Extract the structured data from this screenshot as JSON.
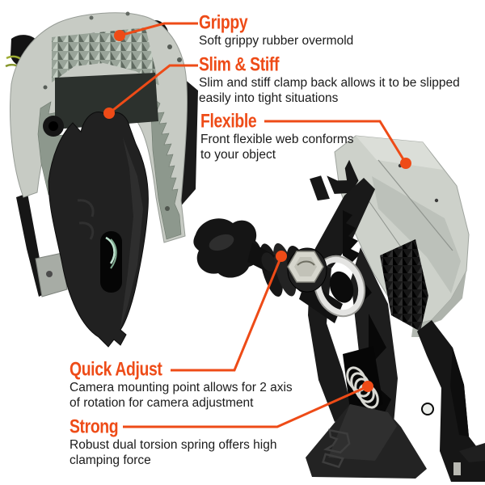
{
  "palette": {
    "accent": "#ee4b17",
    "body_text": "#1b1b1b",
    "background": "#ffffff",
    "clamp_gray": "#c7cbc4",
    "clamp_black": "#1f1f1f",
    "metal_silver": "#d6d6cd",
    "spring_wire_green": "#9fae35"
  },
  "callouts": {
    "grippy": {
      "title": "Grippy",
      "lines": [
        "Soft grippy rubber overmold"
      ]
    },
    "slim_stiff": {
      "title": "Slim & Stiff",
      "lines": [
        "Slim and stiff clamp back allows it to be slipped",
        "easily into tight situations"
      ]
    },
    "flexible": {
      "title": "Flexible",
      "lines": [
        "Front flexible web conforms",
        "to your object"
      ]
    },
    "quick_adjust": {
      "title": "Quick Adjust",
      "lines": [
        "Camera mounting point allows for 2 axis",
        "of rotation for camera adjustment"
      ]
    },
    "strong": {
      "title": "Strong",
      "lines": [
        "Robust dual torsion spring offers high",
        "clamping force"
      ]
    }
  }
}
